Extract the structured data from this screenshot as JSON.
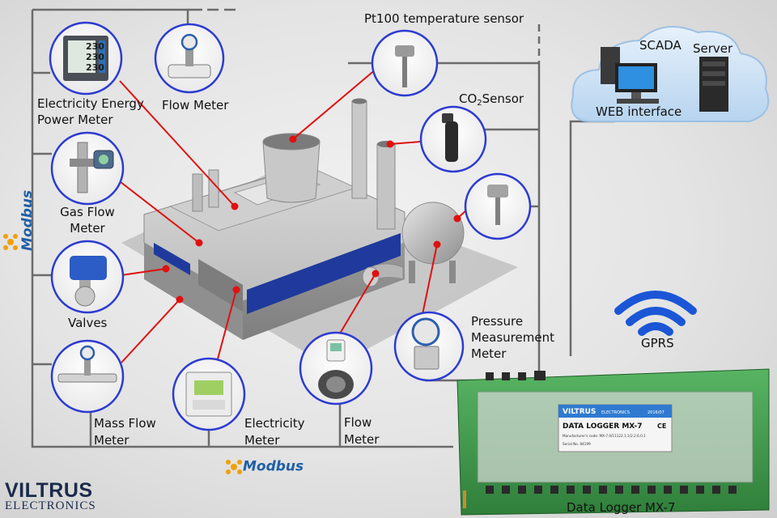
{
  "labels": {
    "pt100": "Pt100 temperature sensor",
    "energy_meter_1": "Electricity Energy",
    "energy_meter_2": "Power Meter",
    "flow_meter_top": "Flow Meter",
    "co2_pre": "CO",
    "co2_sub": "2",
    "co2_post": "Sensor",
    "gas_flow_1": "Gas Flow",
    "gas_flow_2": "Meter",
    "valves": "Valves",
    "pressure_1": "Pressure",
    "pressure_2": "Measurement",
    "pressure_3": "Meter",
    "mass_flow_1": "Mass Flow",
    "mass_flow_2": "Meter",
    "electricity_1": "Electricity",
    "electricity_2": "Meter",
    "flow_bottom_1": "Flow",
    "flow_bottom_2": "Meter",
    "gprs": "GPRS",
    "scada": "SCADA",
    "server": "Server",
    "web_interface": "WEB interface",
    "data_logger": "Data Logger MX-7"
  },
  "modbus": {
    "side": "Modbus",
    "bottom": "Modbus"
  },
  "logger_panel": {
    "brand": "VILTRUS",
    "brand_sub": "ELECTRONICS",
    "title": "DATA LOGGER MX-7",
    "code": "Manufacturer's code: MX-7.0/11122.1.1/2.2.6.0.1",
    "serial": "Serial No. 84199",
    "batch": "2016/07",
    "ce": "CE"
  },
  "readouts": [
    "230",
    "230",
    "230"
  ],
  "logo": {
    "brand": "VILTRUS",
    "sub": "ELECTRONICS"
  },
  "colors": {
    "wire": "#6b6b6b",
    "link": "#e01010",
    "circle_border": "#2c3bd1",
    "modbus_blue": "#1f5fa6",
    "gprs_blue": "#1a56d6",
    "logger_green": "#3e9a4a"
  }
}
